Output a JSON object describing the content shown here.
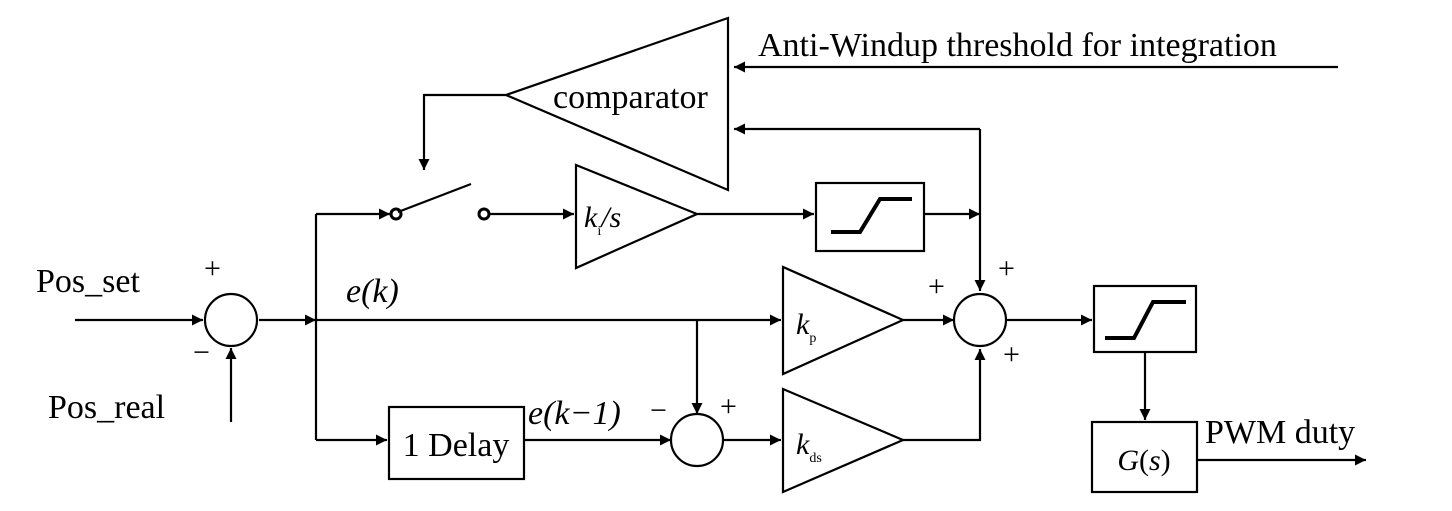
{
  "labels": {
    "anti_windup": "Anti-Windup threshold for integration",
    "comparator": "comparator",
    "pos_set": "Pos_set",
    "pos_real": "Pos_real",
    "error": "e(k)",
    "error_prev": "e(k−1)",
    "delay": "1 Delay",
    "pwm_duty": "PWM duty"
  },
  "gains": {
    "ki_sym": "k",
    "ki_sub": "i",
    "ki_tail": "/s",
    "kp_sym": "k",
    "kp_sub": "p",
    "kds_sym": "k",
    "kds_sub": "ds"
  },
  "plant": {
    "g": "G",
    "open": "(",
    "s": "s",
    "close": ")"
  },
  "signs": {
    "sum1_plus": "+",
    "sum1_minus": "−",
    "sum2_plus": "+",
    "sum2_minus": "−",
    "main_plus_top": "+",
    "main_plus_left": "+",
    "main_plus_bottom": "+"
  },
  "colors": {
    "line": "#000000",
    "background": "#ffffff"
  }
}
